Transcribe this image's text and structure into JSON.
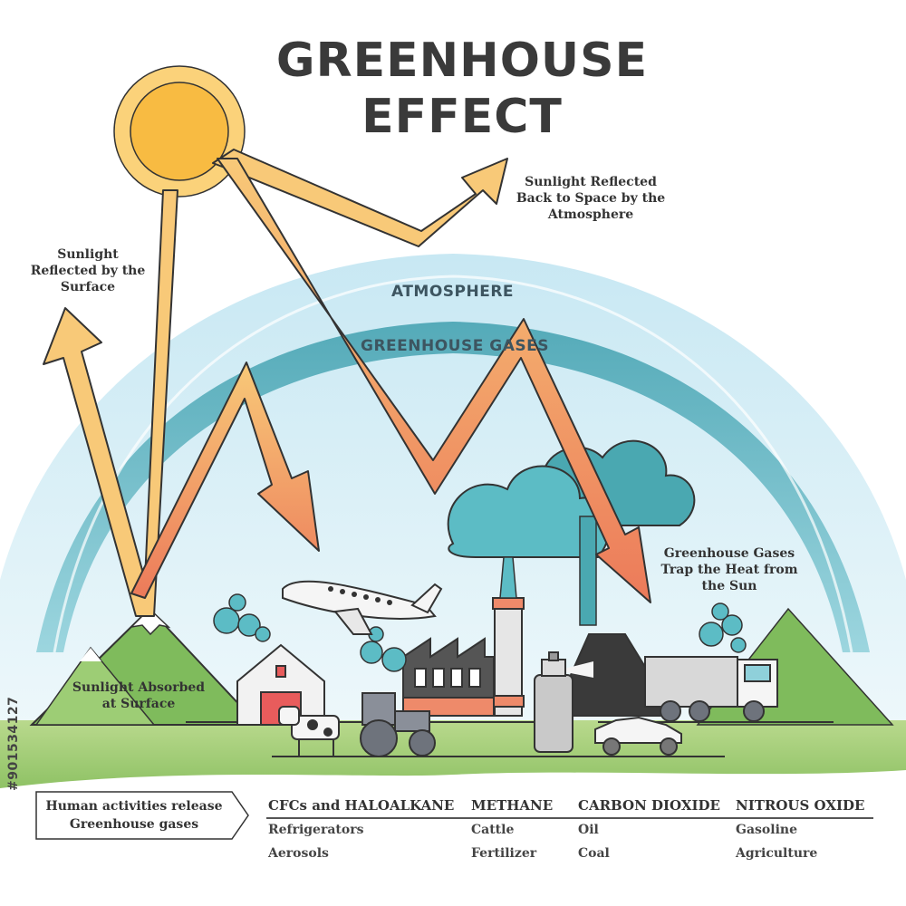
{
  "title_line1": "GREENHOUSE",
  "title_line2": "EFFECT",
  "labels": {
    "reflected_space": [
      "Sunlight Reflected",
      "Back to Space by the",
      "Atmosphere"
    ],
    "reflected_surface": [
      "Sunlight",
      "Reflected by the",
      "Surface"
    ],
    "absorbed": [
      "Sunlight Absorbed",
      "at Surface"
    ],
    "trap": [
      "Greenhouse Gases",
      "Trap the Heat from",
      "the Sun"
    ],
    "atmosphere": "ATMOSPHERE",
    "greenhouse_gases": "GREENHOUSE GASES"
  },
  "legend": {
    "intro": [
      "Human activities release",
      "Greenhouse gases"
    ],
    "categories": [
      {
        "name": "CFCs and HALOALKANE",
        "items": [
          "Refrigerators",
          "Aerosols"
        ]
      },
      {
        "name": "METHANE",
        "items": [
          "Cattle",
          "Fertilizer"
        ]
      },
      {
        "name": "CARBON DIOXIDE",
        "items": [
          "Oil",
          "Coal"
        ]
      },
      {
        "name": "NITROUS OXIDE",
        "items": [
          "Gasoline",
          "Agriculture"
        ]
      }
    ]
  },
  "stock_id": "#901534127",
  "colors": {
    "sky": "#d6eef6",
    "atmosphere_band": "#5fb3c1",
    "sun": "#f6b93b",
    "arrow": "#f8c978",
    "arrow_warm": "#ec7a5a",
    "ground": "#a7cf7a",
    "cloud": "#5cbcc5"
  }
}
